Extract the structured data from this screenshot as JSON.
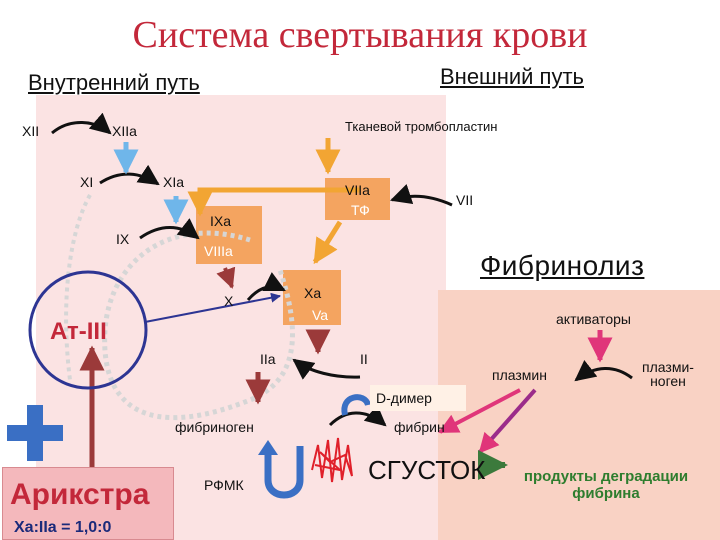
{
  "title": "Система свертывания крови",
  "intrinsic_path": "Внутренний путь",
  "extrinsic_path": "Внешний путь",
  "factors": {
    "xii": "XII",
    "xiia": "XIIa",
    "xi": "XI",
    "xia": "XIa",
    "ix": "IX",
    "ixa": "IXa",
    "viiia": "VIIIa",
    "x": "X",
    "xa": "Xa",
    "va": "Va",
    "iia": "IIa",
    "ii": "II",
    "viia": "VIIa",
    "tf": "ТФ",
    "vii": "VII"
  },
  "tissue_thromboplastin": "Тканевой тромбопластин",
  "fibrinolysis": "Фибринолиз",
  "activators": "активаторы",
  "plasmin": "плазмин",
  "plasminogen": "плазми-ноген",
  "d_dimer": "D-димер",
  "fibrin": "фибрин",
  "fibrinogen": "фибриноген",
  "rfmk": "РФМК",
  "clot": "СГУСТОК",
  "degradation_products": "продукты деградации фибрина",
  "antithrombin": "Ат-III",
  "drug_name": "Арикстра",
  "drug_ratio": "Xa:IIa = 1,0:0",
  "colors": {
    "title_red": "#c3283a",
    "pink_area": "#fbe3e3",
    "salmon_area": "#f9d2c4",
    "orange_box": "#f4a460",
    "light_blue": "#6fb6ea",
    "dark_red_arrow": "#9b3a3a",
    "yellow_arrow": "#f2a533",
    "green_arrow": "#3c7a3c",
    "magenta_arrow": "#e0357a",
    "navy_circle": "#2d3593",
    "plus_blue": "#3a6fc4"
  }
}
